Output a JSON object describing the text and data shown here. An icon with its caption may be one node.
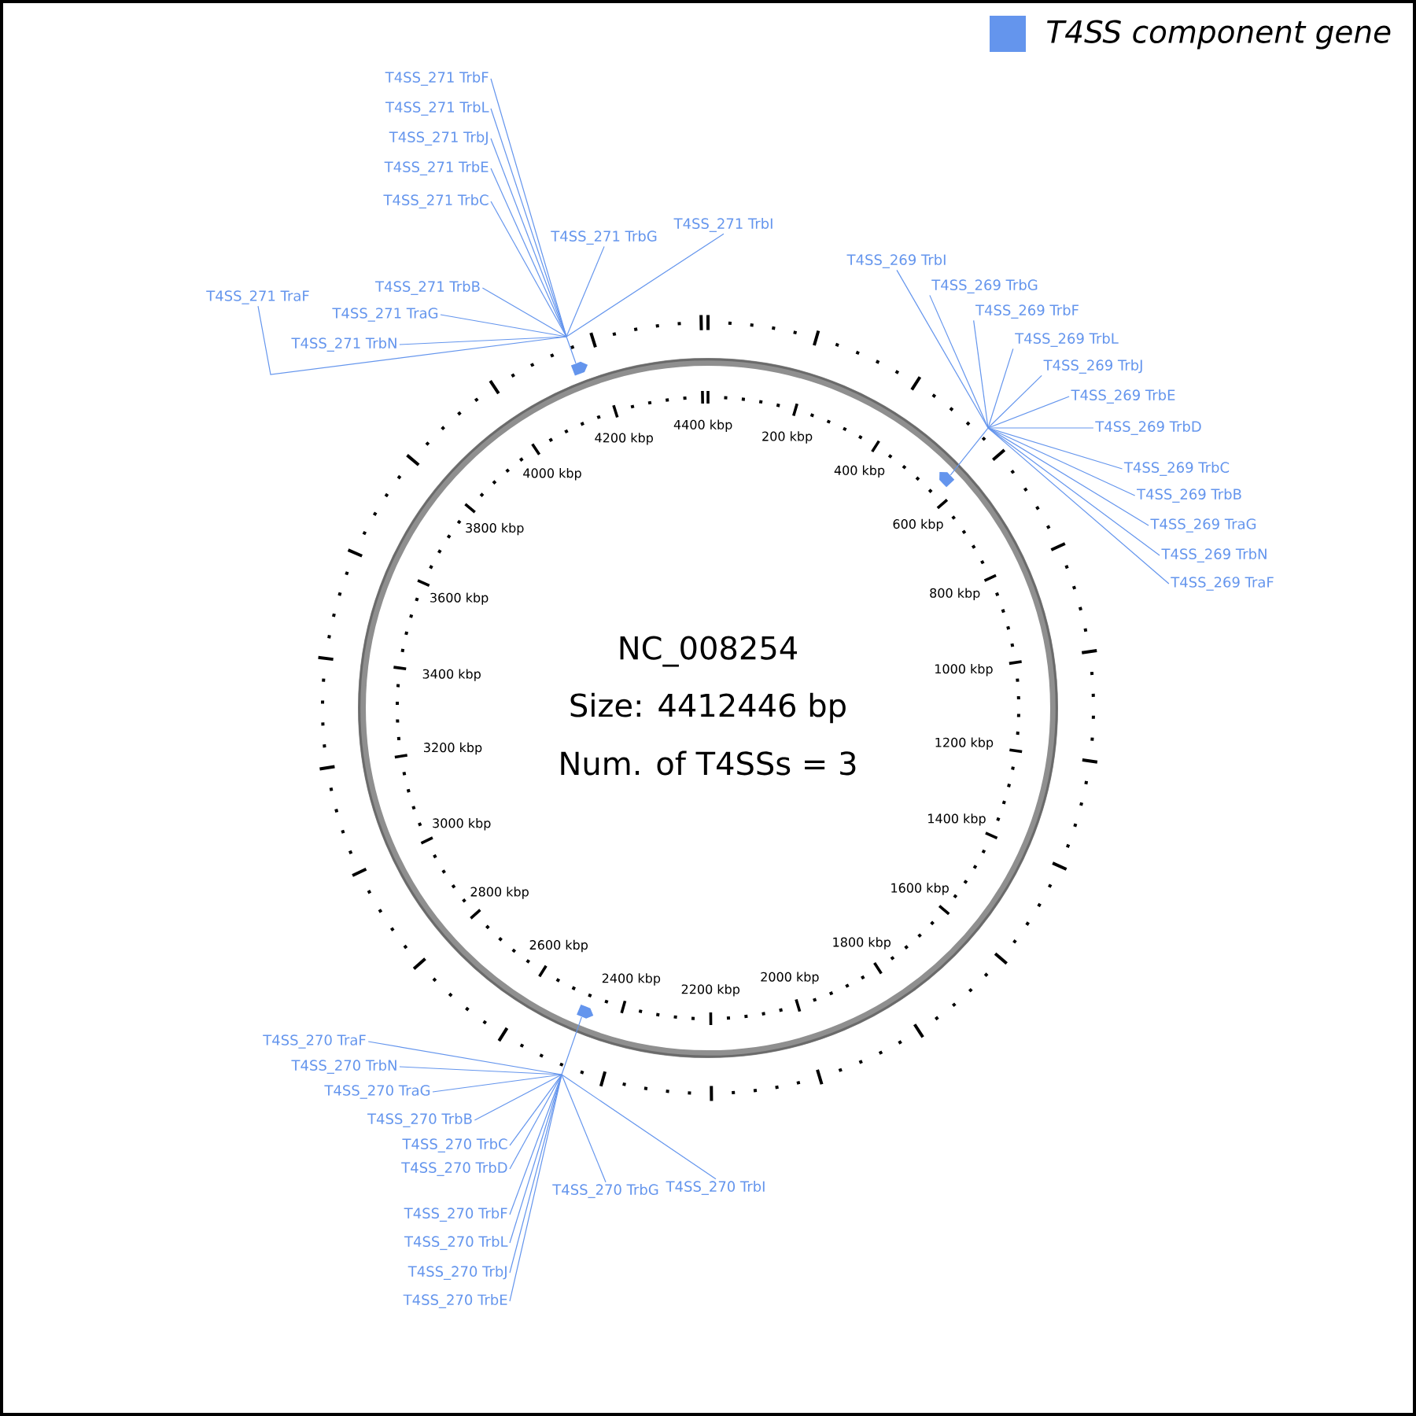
{
  "diagram": {
    "nodes": [
      {
        "text": [
          "T4SS_271 TrbF"
        ]
      },
      {
        "text": [
          "T4SS_271 TrbL"
        ]
      },
      {
        "text": [
          "T4SS_271 TrbJ"
        ]
      },
      {
        "text": [
          "T4SS_271 TrbE"
        ]
      },
      {
        "text": [
          "T4SS_271 TrbC"
        ]
      },
      {
        "text": [
          "T4SS_271 TrbI"
        ]
      },
      {
        "text": [
          "T4SS_271 TrbG"
        ]
      },
      {
        "text": [
          "T4SS_271 TrbB"
        ]
      },
      {
        "text": [
          "T4SS_271 TraF"
        ]
      },
      {
        "text": [
          "T4SS_271 TraG"
        ]
      },
      {
        "text": [
          "T4SS_271 TrbN"
        ]
      },
      {
        "text": [],
        "shape": "arrow"
      },
      {
        "text": [
          "T4SS_269 TrbI"
        ]
      },
      {
        "text": [
          "T4SS_269 TrbG"
        ]
      },
      {
        "text": [
          "T4SS_269 TrbF"
        ]
      },
      {
        "text": [
          "T4SS_269 TrbL"
        ]
      },
      {
        "text": [
          "T4SS_269 TrbJ"
        ]
      },
      {
        "text": [
          "T4SS_269 TrbE"
        ]
      },
      {
        "text": [
          "T4SS_269 TrbD"
        ]
      },
      {
        "text": [
          "T4SS_269 TrbC"
        ]
      },
      {
        "text": [
          "T4SS_269 TrbB"
        ]
      },
      {
        "text": [
          "T4SS_269 TraG"
        ]
      },
      {
        "text": [
          "T4SS_269 TrbN"
        ]
      },
      {
        "text": [
          "T4SS_269 TraF"
        ]
      },
      {
        "text": [],
        "shape": "arrow"
      },
      {
        "text": [
          "T4SS_270 TraF"
        ]
      },
      {
        "text": [
          "T4SS_270 TrbN"
        ]
      },
      {
        "text": [
          "T4SS_270 TraG"
        ]
      },
      {
        "text": [
          "T4SS_270 TrbB"
        ]
      },
      {
        "text": [
          "T4SS_270 TrbC"
        ]
      },
      {
        "text": [
          "T4SS_270 TrbD"
        ]
      },
      {
        "text": [
          "T4SS_270 TrbI"
        ]
      },
      {
        "text": [
          "T4SS_270 TrbG"
        ]
      },
      {
        "text": [
          "T4SS_270 TrbF"
        ]
      },
      {
        "text": [
          "T4SS_270 TrbL"
        ]
      },
      {
        "text": [
          "T4SS_270 TrbJ"
        ]
      },
      {
        "text": [
          "T4SS_270 TrbE"
        ]
      },
      {
        "text": [],
        "shape": "arrow"
      }
    ],
    "edges": [
      {
        "from": 0,
        "to": 11,
        "arrow": "none"
      },
      {
        "from": 1,
        "to": 11,
        "arrow": "none"
      },
      {
        "from": 2,
        "to": 11,
        "arrow": "none"
      },
      {
        "from": 3,
        "to": 11,
        "arrow": "none"
      },
      {
        "from": 4,
        "to": 11,
        "arrow": "none"
      },
      {
        "from": 5,
        "to": 11,
        "arrow": "none"
      },
      {
        "from": 6,
        "to": 11,
        "arrow": "none"
      },
      {
        "from": 7,
        "to": 11,
        "arrow": "none"
      },
      {
        "from": 8,
        "to": 11,
        "arrow": "none"
      },
      {
        "from": 9,
        "to": 11,
        "arrow": "none"
      },
      {
        "from": 10,
        "to": 11,
        "arrow": "none"
      },
      {
        "from": 12,
        "to": 24,
        "arrow": "none"
      },
      {
        "from": 13,
        "to": 24,
        "arrow": "none"
      },
      {
        "from": 14,
        "to": 24,
        "arrow": "none"
      },
      {
        "from": 15,
        "to": 24,
        "arrow": "none"
      },
      {
        "from": 16,
        "to": 24,
        "arrow": "none"
      },
      {
        "from": 17,
        "to": 24,
        "arrow": "none"
      },
      {
        "from": 18,
        "to": 24,
        "arrow": "none"
      },
      {
        "from": 19,
        "to": 24,
        "arrow": "none"
      },
      {
        "from": 20,
        "to": 24,
        "arrow": "none"
      },
      {
        "from": 21,
        "to": 24,
        "arrow": "none"
      },
      {
        "from": 22,
        "to": 24,
        "arrow": "none"
      },
      {
        "from": 23,
        "to": 24,
        "arrow": "none"
      },
      {
        "from": 25,
        "to": 37,
        "arrow": "none"
      },
      {
        "from": 26,
        "to": 37,
        "arrow": "none"
      },
      {
        "from": 27,
        "to": 37,
        "arrow": "none"
      },
      {
        "from": 28,
        "to": 37,
        "arrow": "none"
      },
      {
        "from": 29,
        "to": 37,
        "arrow": "none"
      },
      {
        "from": 30,
        "to": 37,
        "arrow": "none"
      },
      {
        "from": 31,
        "to": 37,
        "arrow": "none"
      },
      {
        "from": 32,
        "to": 37,
        "arrow": "none"
      },
      {
        "from": 33,
        "to": 37,
        "arrow": "none"
      },
      {
        "from": 34,
        "to": 37,
        "arrow": "none"
      },
      {
        "from": 35,
        "to": 37,
        "arrow": "none"
      },
      {
        "from": 36,
        "to": 37,
        "arrow": "none"
      }
    ],
    "labels": [
      "NC_008254",
      "Size: 4412446 bp",
      "Num. of T4SSs = 3",
      "200 kbp",
      "400 kbp",
      "600 kbp",
      "800 kbp",
      "1000 kbp",
      "1200 kbp",
      "1400 kbp",
      "1600 kbp",
      "1800 kbp",
      "2000 kbp",
      "2200 kbp",
      "2400 kbp",
      "2600 kbp",
      "2800 kbp",
      "3000 kbp",
      "3200 kbp",
      "3400 kbp",
      "3600 kbp",
      "3800 kbp",
      "4000 kbp",
      "4200 kbp",
      "4400 kbp"
    ],
    "legend": [
      {
        "text": "T4SS component gene",
        "color": "#6495ed"
      }
    ]
  }
}
